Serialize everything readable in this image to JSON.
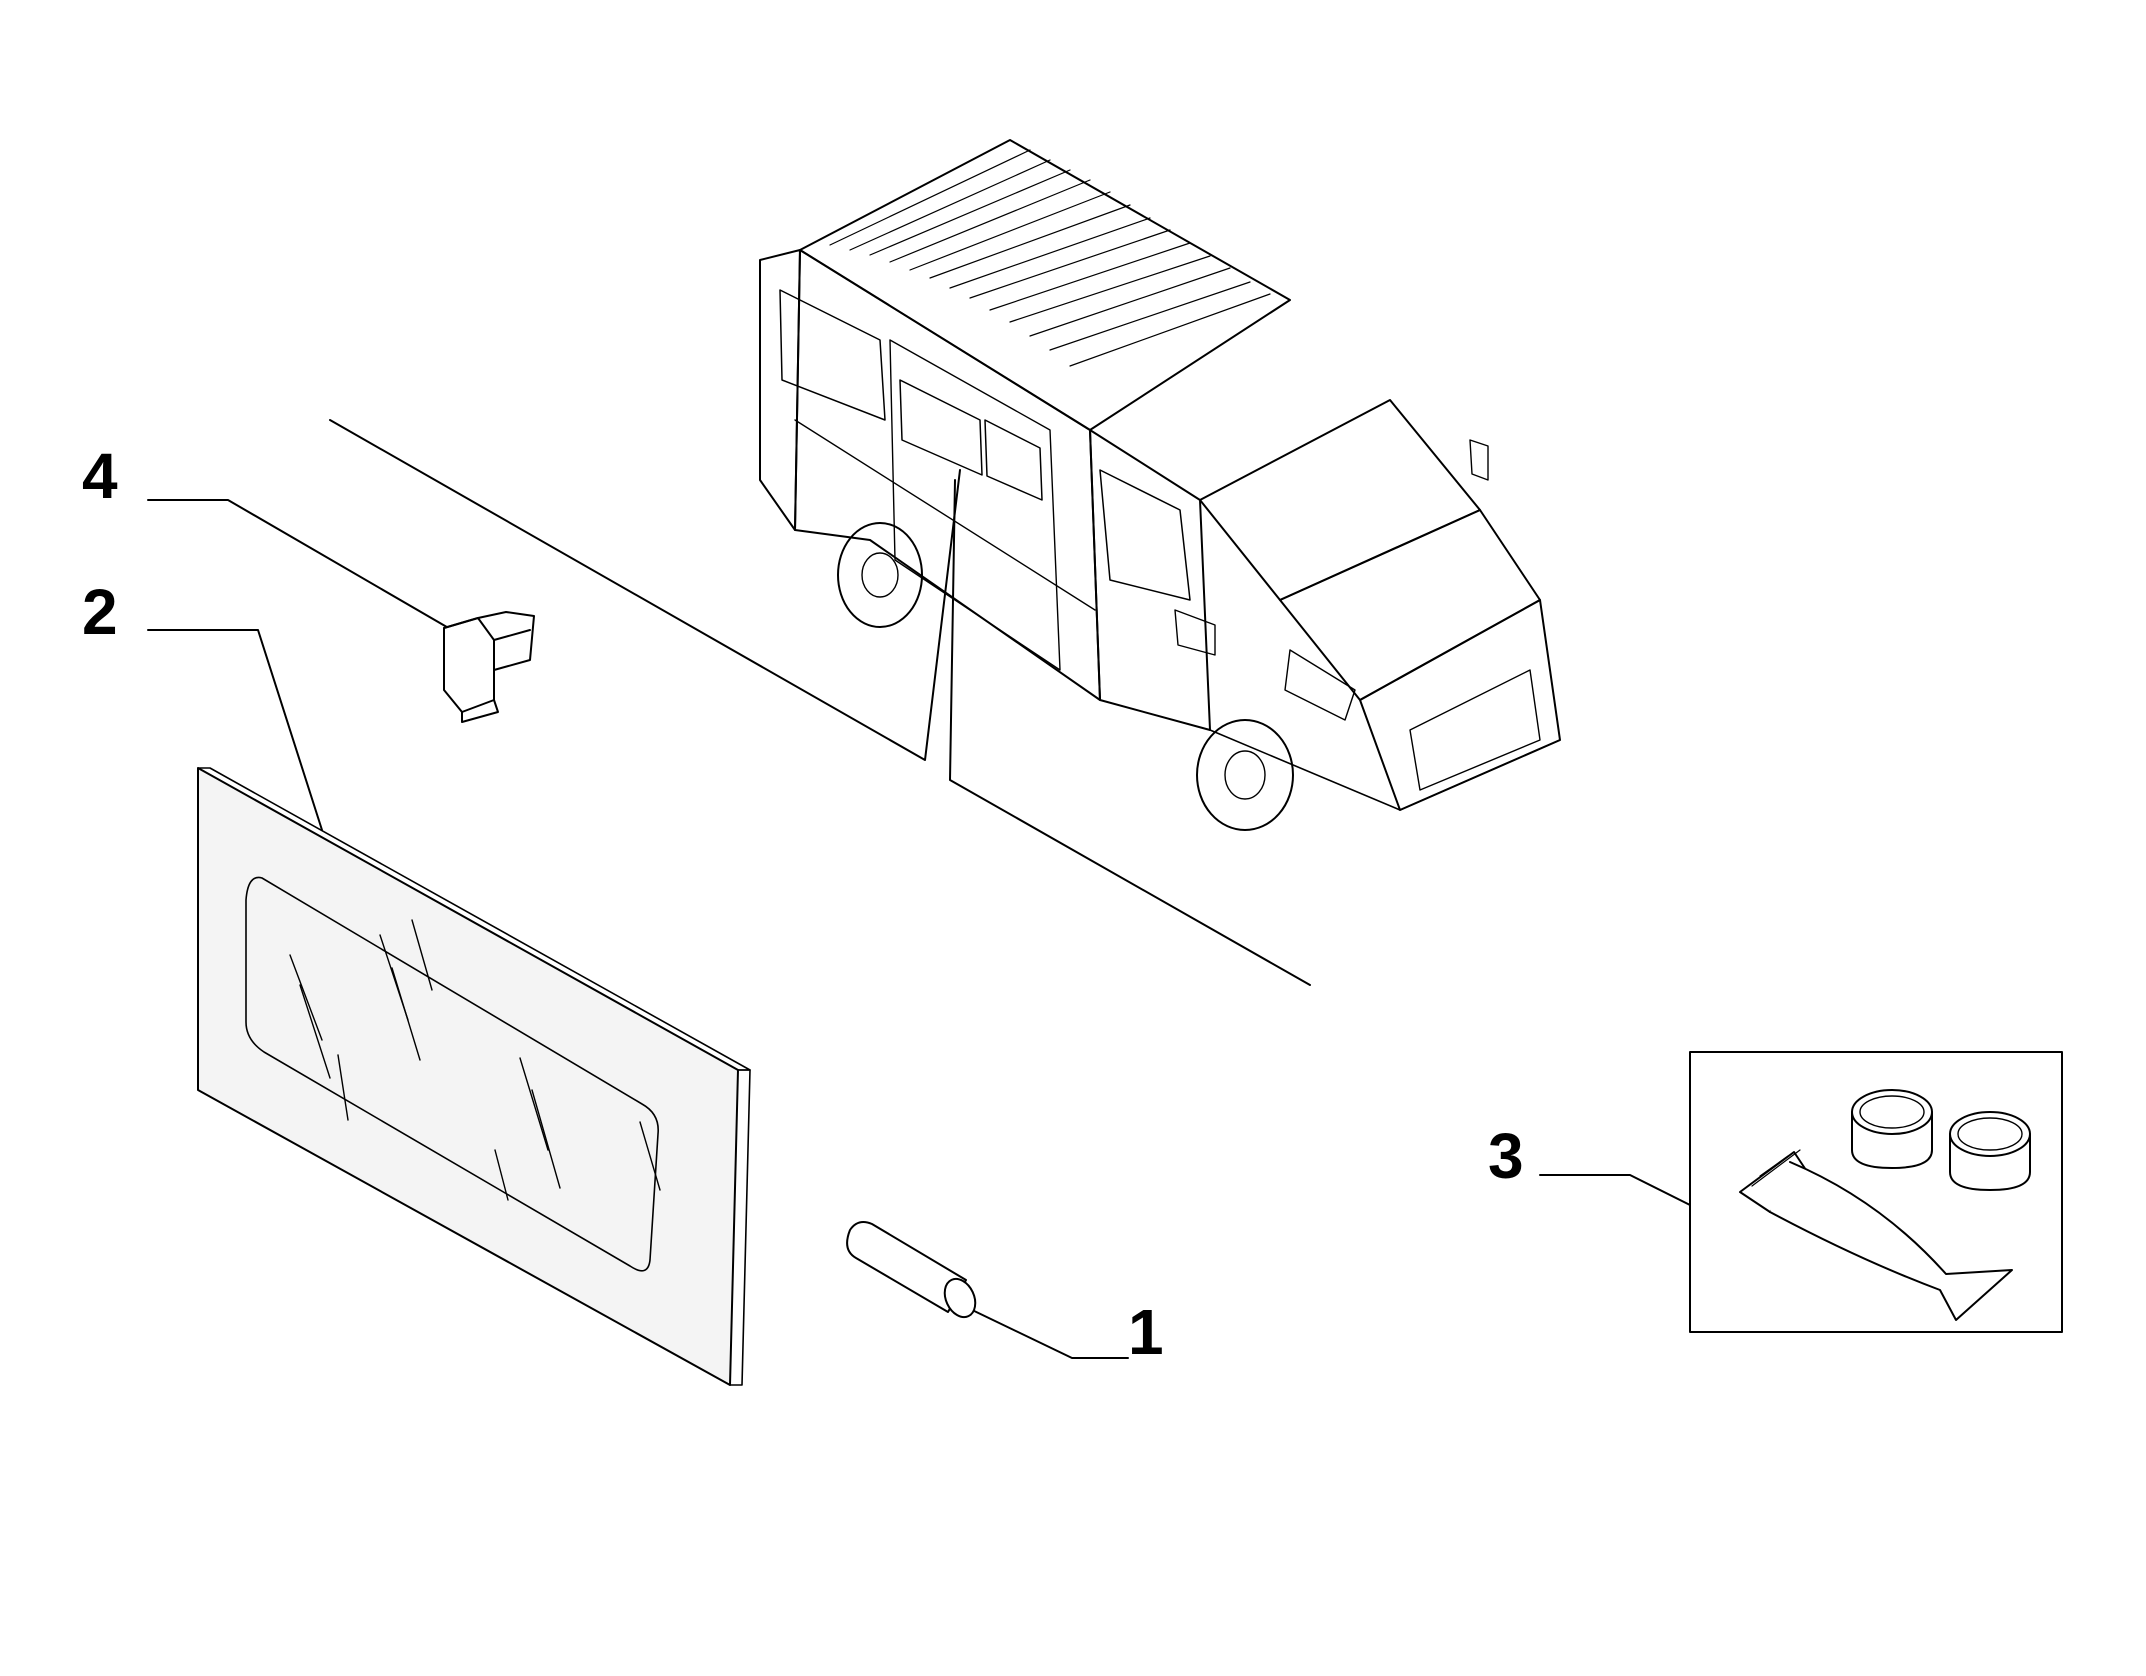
{
  "callouts": [
    {
      "id": "1",
      "label": "1",
      "part": "plug"
    },
    {
      "id": "2",
      "label": "2",
      "part": "side-window-glass"
    },
    {
      "id": "3",
      "label": "3",
      "part": "adhesive-kit"
    },
    {
      "id": "4",
      "label": "4",
      "part": "clip"
    }
  ],
  "colors": {
    "line": "#000000",
    "background": "#ffffff",
    "glass-fill": "#f4f4f4"
  }
}
